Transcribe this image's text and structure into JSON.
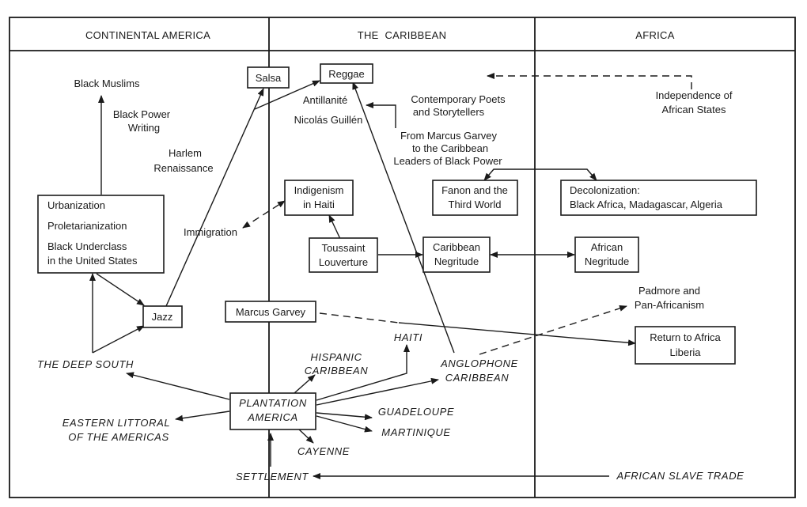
{
  "columns": {
    "continental": "CONTINENTAL AMERICA",
    "caribbean": "THE  CARIBBEAN",
    "africa": "AFRICA"
  },
  "nodes": {
    "black_muslims": "Black Muslims",
    "black_power_1": "Black Power",
    "black_power_2": "Writing",
    "harlem_1": "Harlem",
    "harlem_2": "Renaissance",
    "urban_1": "Urbanization",
    "urban_2": "Proletarianization",
    "urban_3": "Black Underclass",
    "urban_4": "in the United States",
    "immigration": "Immigration",
    "jazz": "Jazz",
    "deep_south": "THE DEEP SOUTH",
    "eastern_1": "EASTERN LITTORAL",
    "eastern_2": "OF THE AMERICAS",
    "salsa": "Salsa",
    "reggae": "Reggae",
    "antillanite": "Antillanité",
    "guillen": "Nicolás Guillén",
    "poets_1": "Contemporary Poets",
    "poets_2": "and Storytellers",
    "garvey_lead_1": "From Marcus Garvey",
    "garvey_lead_2": "to the Caribbean",
    "garvey_lead_3": "Leaders of Black Power",
    "indigenism_1": "Indigenism",
    "indigenism_2": "in Haiti",
    "fanon_1": "Fanon and the",
    "fanon_2": "Third World",
    "decol_1": "Decolonization:",
    "decol_2": "Black Africa, Madagascar, Algeria",
    "toussaint_1": "Toussaint",
    "toussaint_2": "Louverture",
    "carib_neg_1": "Caribbean",
    "carib_neg_2": "Negritude",
    "afr_neg_1": "African",
    "afr_neg_2": "Negritude",
    "independence_1": "Independence of",
    "independence_2": "African States",
    "padmore_1": "Padmore and",
    "padmore_2": "Pan-Africanism",
    "marcus_garvey": "Marcus Garvey",
    "return_1": "Return to Africa",
    "return_2": "Liberia",
    "haiti": "HAITI",
    "hispanic_1": "HISPANIC",
    "hispanic_2": "CARIBBEAN",
    "anglo_1": "ANGLOPHONE",
    "anglo_2": "CARIBBEAN",
    "plantation_1": "PLANTATION",
    "plantation_2": "AMERICA",
    "guadeloupe": "GUADELOUPE",
    "martinique": "MARTINIQUE",
    "cayenne": "CAYENNE",
    "settlement": "SETTLEMENT",
    "slave_trade": "AFRICAN SLAVE TRADE"
  }
}
